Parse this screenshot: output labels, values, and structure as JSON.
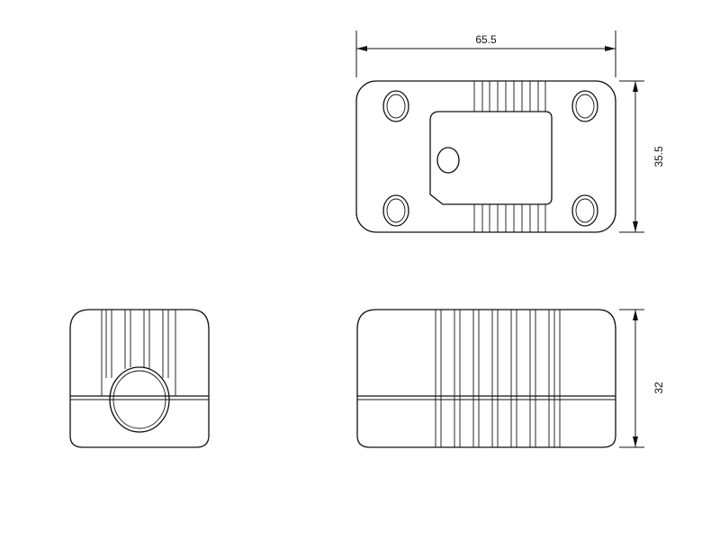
{
  "dimensions": {
    "width_label": "65.5",
    "height_top_label": "35.5",
    "height_front_label": "32"
  },
  "colors": {
    "line": "#111111",
    "background": "#ffffff"
  }
}
